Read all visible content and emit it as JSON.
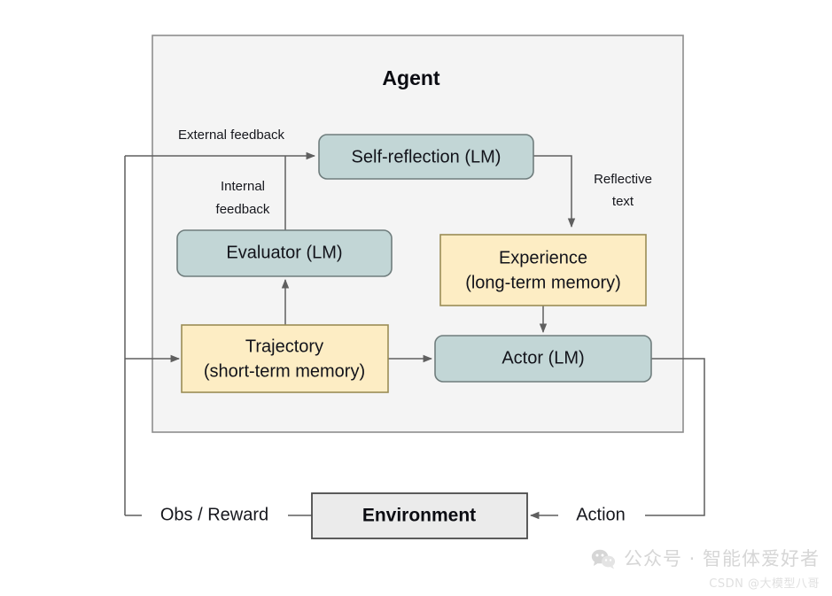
{
  "diagram": {
    "title": "Agent",
    "container_label": "Agent",
    "nodes": [
      {
        "id": "self-reflection",
        "label": "Self-reflection (LM)",
        "fill": "#c2d6d6",
        "stroke": "#6f7d7d",
        "shape": "rounded"
      },
      {
        "id": "evaluator",
        "label": "Evaluator (LM)",
        "fill": "#c2d6d6",
        "stroke": "#6f7d7d",
        "shape": "rounded"
      },
      {
        "id": "experience",
        "line1": "Experience",
        "line2": "(long-term memory)",
        "fill": "#fdedc4",
        "stroke": "#9a8c55",
        "shape": "rect"
      },
      {
        "id": "trajectory",
        "line1": "Trajectory",
        "line2": "(short-term memory)",
        "fill": "#fdedc4",
        "stroke": "#9a8c55",
        "shape": "rect"
      },
      {
        "id": "actor",
        "label": "Actor (LM)",
        "fill": "#c2d6d6",
        "stroke": "#6f7d7d",
        "shape": "rounded"
      },
      {
        "id": "environment",
        "label": "Environment",
        "fill": "#ebebeb",
        "stroke": "#4a4a4a",
        "shape": "rect"
      }
    ],
    "edge_labels": {
      "external_feedback": "External feedback",
      "internal_feedback_line1": "Internal",
      "internal_feedback_line2": "feedback",
      "reflective_text_line1": "Reflective",
      "reflective_text_line2": "text",
      "obs_reward": "Obs / Reward",
      "action": "Action"
    },
    "colors": {
      "teal_fill": "#c2d6d6",
      "teal_stroke": "#6f7d7d",
      "cream_fill": "#fdedc4",
      "cream_stroke": "#9a8c55",
      "gray_fill": "#ebebeb",
      "gray_stroke": "#4a4a4a",
      "agent_fill": "#f4f4f4",
      "agent_stroke": "#8e8e8e",
      "edge_stroke": "#5f5f5f",
      "text": "#12131a",
      "background": "#ffffff"
    }
  },
  "watermark": {
    "main": "公众号 · 智能体爱好者",
    "sub": "CSDN @大模型八哥",
    "icon": "wechat-icon"
  }
}
